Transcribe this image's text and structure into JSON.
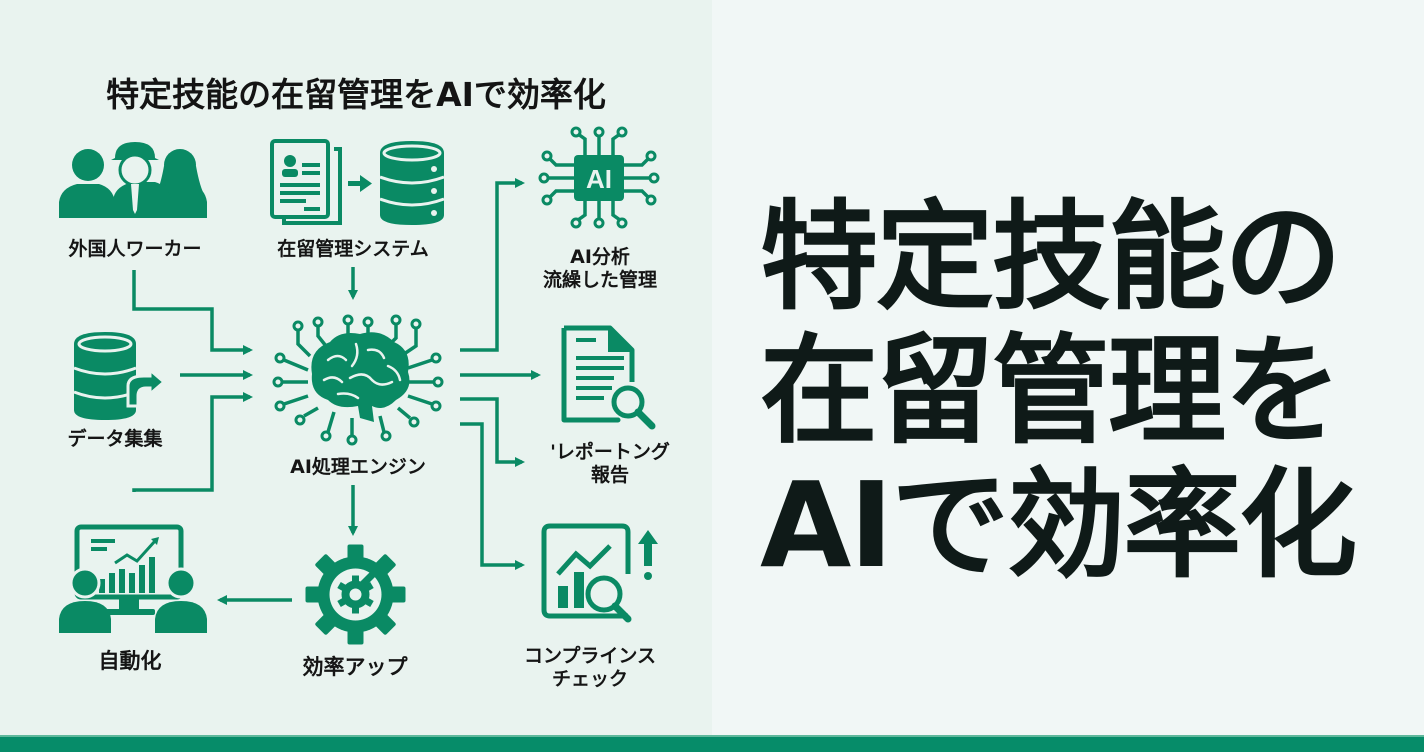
{
  "colors": {
    "accent": "#0a8a64",
    "bar": "#068c69",
    "text": "#141414",
    "left_bg": "#e9f3ef",
    "right_bg": "#f1f7f6"
  },
  "diagram": {
    "title": "特定技能の在留管理をAIで効率化",
    "nodes": {
      "workers": {
        "label": "外国人ワーカー",
        "icon": "people-group-icon"
      },
      "system": {
        "label": "在留管理システム",
        "icon": "document-to-database-icon"
      },
      "analysis": {
        "label_line1": "AI分析",
        "label_line2": "流繰した管理",
        "icon": "ai-chip-icon"
      },
      "data": {
        "label": "データ集集",
        "icon": "database-sync-icon"
      },
      "engine": {
        "label": "AI処理エンジン",
        "icon": "brain-circuit-icon"
      },
      "reporting": {
        "label_line1": "'レポートング",
        "label_line2": "報告",
        "icon": "report-search-icon"
      },
      "automation": {
        "label": "自動化",
        "icon": "monitor-people-icon"
      },
      "efficiency": {
        "label": "効率アップ",
        "icon": "gear-boost-icon"
      },
      "compliance": {
        "label_line1": "コンプラインス",
        "label_line2": "チェック",
        "icon": "chart-search-alert-icon"
      }
    }
  },
  "hero": {
    "line1": "特定技能の",
    "line2": "在留管理を",
    "line3": "AIで効率化"
  }
}
